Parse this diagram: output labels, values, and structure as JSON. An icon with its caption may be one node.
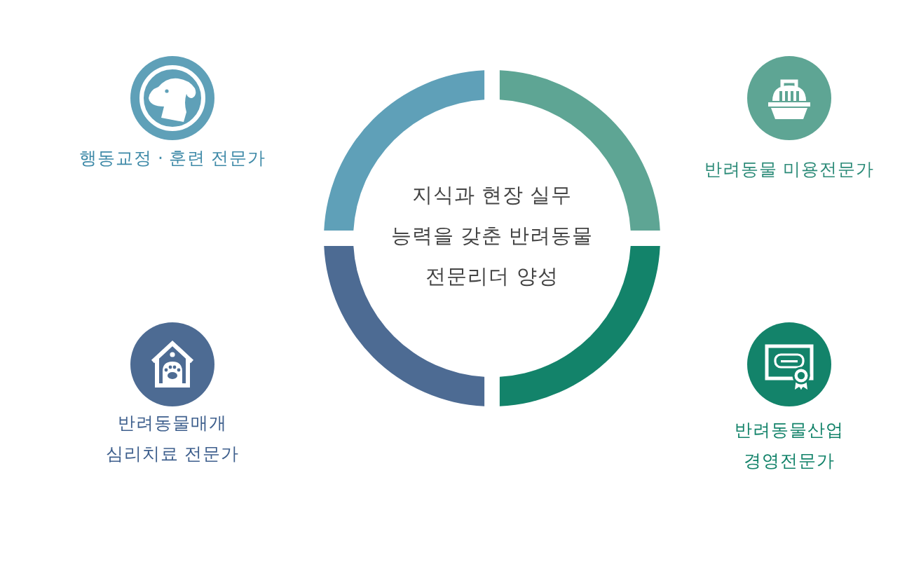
{
  "diagram": {
    "nodes": [
      {
        "text": [
          "지식과 현장 실무 능력을 갖춘 반려동물 전문리더 양성"
        ]
      },
      {
        "text": [
          "행동교정 · 훈련 전문가"
        ]
      },
      {
        "text": [
          "반려동물 미용전문가"
        ]
      },
      {
        "text": [
          "반려동물매개 심리치료 전문가"
        ]
      },
      {
        "text": [
          "반려동물산업 경영전문가"
        ]
      }
    ]
  }
}
